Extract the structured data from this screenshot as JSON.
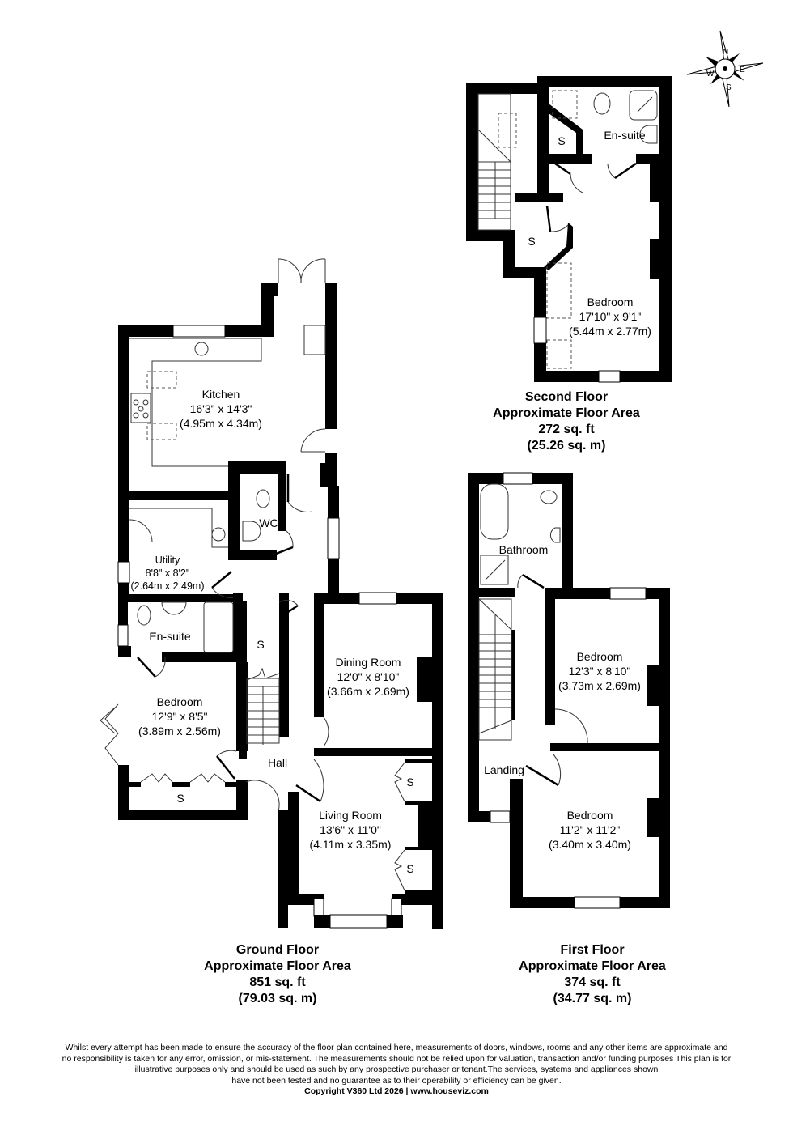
{
  "compass": {
    "north": "N",
    "south": "S",
    "east": "E",
    "west": "W"
  },
  "floors": {
    "ground": {
      "name": "Ground Floor",
      "area_label": "Approximate Floor Area",
      "sq_ft": "851 sq. ft",
      "sq_m": "(79.03 sq. m)",
      "rooms": {
        "kitchen": {
          "name": "Kitchen",
          "imperial": "16'3\" x 14'3\"",
          "metric": "(4.95m x 4.34m)"
        },
        "wc": {
          "name": "WC"
        },
        "utility": {
          "name": "Utility",
          "imperial": "8'8\" x 8'2\"",
          "metric": "(2.64m x 2.49m)"
        },
        "ensuite": {
          "name": "En-suite"
        },
        "bedroom": {
          "name": "Bedroom",
          "imperial": "12'9\" x 8'5\"",
          "metric": "(3.89m x 2.56m)"
        },
        "dining": {
          "name": "Dining Room",
          "imperial": "12'0\" x 8'10\"",
          "metric": "(3.66m x 2.69m)"
        },
        "hall": {
          "name": "Hall"
        },
        "living": {
          "name": "Living Room",
          "imperial": "13'6\" x 11'0\"",
          "metric": "(4.11m x 3.35m)"
        },
        "storage_label": "S"
      }
    },
    "first": {
      "name": "First Floor",
      "area_label": "Approximate Floor Area",
      "sq_ft": "374 sq. ft",
      "sq_m": "(34.77 sq. m)",
      "rooms": {
        "bathroom": {
          "name": "Bathroom"
        },
        "landing": {
          "name": "Landing"
        },
        "bedroom1": {
          "name": "Bedroom",
          "imperial": "12'3\" x 8'10\"",
          "metric": "(3.73m x 2.69m)"
        },
        "bedroom2": {
          "name": "Bedroom",
          "imperial": "11'2\" x 11'2\"",
          "metric": "(3.40m x 3.40m)"
        }
      }
    },
    "second": {
      "name": "Second Floor",
      "area_label": "Approximate Floor Area",
      "sq_ft": "272 sq. ft",
      "sq_m": "(25.26 sq. m)",
      "rooms": {
        "ensuite": {
          "name": "En-suite"
        },
        "bedroom": {
          "name": "Bedroom",
          "imperial": "17'10\" x 9'1\"",
          "metric": "(5.44m x 2.77m)"
        },
        "storage_label": "S"
      }
    }
  },
  "disclaimer": {
    "lines": [
      "Whilst every attempt has been made to ensure the accuracy of the floor plan contained here, measurements of doors, windows, rooms and any other items are approximate and",
      "no responsibility is taken for any error, omission, or mis-statement.  The measurements should not be relied upon for valuation, transaction and/or funding purposes This plan is for",
      "illustrative purposes only and should be used as such by any prospective purchaser or tenant.The services, systems and appliances shown",
      "have not been tested and no guarantee as to their operability or efficiency can be given."
    ],
    "copyright": "Copyright V360 Ltd 2026 | www.houseviz.com"
  }
}
